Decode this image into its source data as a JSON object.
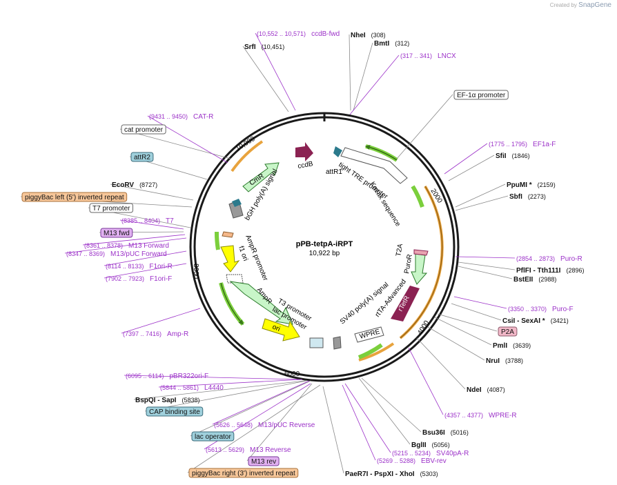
{
  "header": {
    "created_by": "Created by",
    "brand": "SnapGene"
  },
  "plasmid": {
    "name": "pPB-tetpA-iRPT",
    "length": "10,922 bp"
  },
  "ticks": [
    {
      "label": "2000"
    },
    {
      "label": "4000"
    },
    {
      "label": "6000"
    },
    {
      "label": "8000"
    },
    {
      "label": "10,000"
    }
  ],
  "sites": [
    {
      "name": "NheI",
      "pos": "(308)",
      "kind": "enzyme"
    },
    {
      "name": "BmtI",
      "pos": "(312)",
      "kind": "enzyme"
    },
    {
      "name": "LNCX",
      "pos": "(317 .. 341)",
      "kind": "primer"
    },
    {
      "name": "EF-1α promoter",
      "pos": "",
      "kind": "boxed"
    },
    {
      "name": "EF1a-F",
      "pos": "(1775 .. 1795)",
      "kind": "primer"
    },
    {
      "name": "SfiI",
      "pos": "(1846)",
      "kind": "enzyme"
    },
    {
      "name": "PpuMI *",
      "pos": "(2159)",
      "kind": "enzyme"
    },
    {
      "name": "SbfI",
      "pos": "(2273)",
      "kind": "enzyme"
    },
    {
      "name": "Puro-R",
      "pos": "(2854 .. 2873)",
      "kind": "primer"
    },
    {
      "name": "PflFI - Tth111I",
      "pos": "(2896)",
      "kind": "enzyme"
    },
    {
      "name": "BstEII",
      "pos": "(2988)",
      "kind": "enzyme"
    },
    {
      "name": "Puro-F",
      "pos": "(3350 .. 3370)",
      "kind": "primer"
    },
    {
      "name": "CsiI - SexAI *",
      "pos": "(3421)",
      "kind": "enzyme"
    },
    {
      "name": "P2A",
      "pos": "",
      "kind": "boxed-pink"
    },
    {
      "name": "PmlI",
      "pos": "(3639)",
      "kind": "enzyme"
    },
    {
      "name": "NruI",
      "pos": "(3788)",
      "kind": "enzyme"
    },
    {
      "name": "NdeI",
      "pos": "(4087)",
      "kind": "enzyme"
    },
    {
      "name": "WPRE-R",
      "pos": "(4357 .. 4377)",
      "kind": "primer"
    },
    {
      "name": "Bsu36I",
      "pos": "(5016)",
      "kind": "enzyme"
    },
    {
      "name": "BglII",
      "pos": "(5056)",
      "kind": "enzyme"
    },
    {
      "name": "SV40pA-R",
      "pos": "(5215 .. 5234)",
      "kind": "primer"
    },
    {
      "name": "EBV-rev",
      "pos": "(5269 .. 5288)",
      "kind": "primer"
    },
    {
      "name": "PaeR7I - PspXI - XhoI",
      "pos": "(5303)",
      "kind": "enzyme"
    },
    {
      "name": "piggyBac right (3') inverted repeat",
      "pos": "",
      "kind": "boxed-orange"
    },
    {
      "name": "M13 rev",
      "pos": "",
      "kind": "boxed-violet"
    },
    {
      "name": "M13 Reverse",
      "pos": "(5613 .. 5629)",
      "kind": "primer"
    },
    {
      "name": "lac operator",
      "pos": "",
      "kind": "boxed-teal"
    },
    {
      "name": "M13/pUC Reverse",
      "pos": "(5626 .. 5648)",
      "kind": "primer"
    },
    {
      "name": "CAP binding site",
      "pos": "",
      "kind": "boxed-teal"
    },
    {
      "name": "BspQI - SapI",
      "pos": "(5838)",
      "kind": "enzyme"
    },
    {
      "name": "L4440",
      "pos": "(5844 .. 5861)",
      "kind": "primer"
    },
    {
      "name": "pBR322ori-F",
      "pos": "(6095 .. 6114)",
      "kind": "primer"
    },
    {
      "name": "Amp-R",
      "pos": "(7397 .. 7416)",
      "kind": "primer"
    },
    {
      "name": "F1ori-F",
      "pos": "(7902 .. 7923)",
      "kind": "primer"
    },
    {
      "name": "F1ori-R",
      "pos": "(8114 .. 8133)",
      "kind": "primer"
    },
    {
      "name": "M13/pUC Forward",
      "pos": "(8347 .. 8369)",
      "kind": "primer"
    },
    {
      "name": "M13 Forward",
      "pos": "(8361 .. 8378)",
      "kind": "primer"
    },
    {
      "name": "M13 fwd",
      "pos": "",
      "kind": "boxed-violet"
    },
    {
      "name": "T7",
      "pos": "(8385 .. 8404)",
      "kind": "primer"
    },
    {
      "name": "T7 promoter",
      "pos": "",
      "kind": "boxed"
    },
    {
      "name": "piggyBac left (5') inverted repeat",
      "pos": "",
      "kind": "boxed-orange"
    },
    {
      "name": "EcoRV",
      "pos": "(8727)",
      "kind": "enzyme"
    },
    {
      "name": "attR2",
      "pos": "",
      "kind": "boxed-teal"
    },
    {
      "name": "cat promoter",
      "pos": "",
      "kind": "boxed"
    },
    {
      "name": "CAT-R",
      "pos": "(9431 .. 9450)",
      "kind": "primer"
    },
    {
      "name": "SrfI",
      "pos": "(10,451)",
      "kind": "enzyme"
    },
    {
      "name": "ccdB-fwd",
      "pos": "(10,552 .. 10,571)",
      "kind": "primer"
    }
  ],
  "features": [
    {
      "name": "ccdB"
    },
    {
      "name": "attR1"
    },
    {
      "name": "tight TRE promoter"
    },
    {
      "name": "Kozak sequence"
    },
    {
      "name": "CmR"
    },
    {
      "name": "bGH poly(A) signal"
    },
    {
      "name": "T2A"
    },
    {
      "name": "PuroR"
    },
    {
      "name": "rTetR"
    },
    {
      "name": "rtTA-Advanced"
    },
    {
      "name": "SV40 poly(A) signal"
    },
    {
      "name": "WPRE"
    },
    {
      "name": "AmpR promoter"
    },
    {
      "name": "f1 ori"
    },
    {
      "name": "AmpR"
    },
    {
      "name": "T3 promoter"
    },
    {
      "name": "lac promoter"
    },
    {
      "name": "ori"
    }
  ]
}
